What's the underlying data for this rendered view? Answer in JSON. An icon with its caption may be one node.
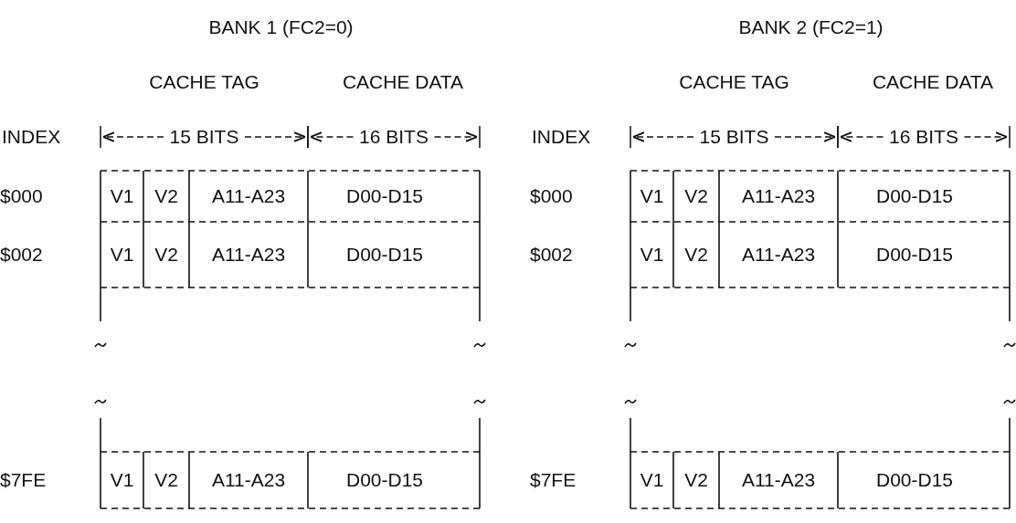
{
  "diagram": {
    "labels": [
      "BANK 1 (FC2=0)",
      "BANK 2 (FC2=1)",
      "CACHE TAG",
      "CACHE DATA",
      "CACHE TAG",
      "CACHE DATA",
      "INDEX",
      "15 BITS",
      "16 BITS",
      "INDEX",
      "15 BITS",
      "16 BITS",
      "$000",
      "V1",
      "V2",
      "A11-A23",
      "D00-D15",
      "$000",
      "V1",
      "V2",
      "A11-A23",
      "D00-D15",
      "$002",
      "V1",
      "V2",
      "A11-A23",
      "D00-D15",
      "$002",
      "V1",
      "V2",
      "A11-A23",
      "D00-D15",
      "$7FE",
      "V1",
      "V2",
      "A11-A23",
      "D00-D15",
      "$7FE",
      "V1",
      "V2",
      "A11-A23",
      "D00-D15"
    ]
  }
}
